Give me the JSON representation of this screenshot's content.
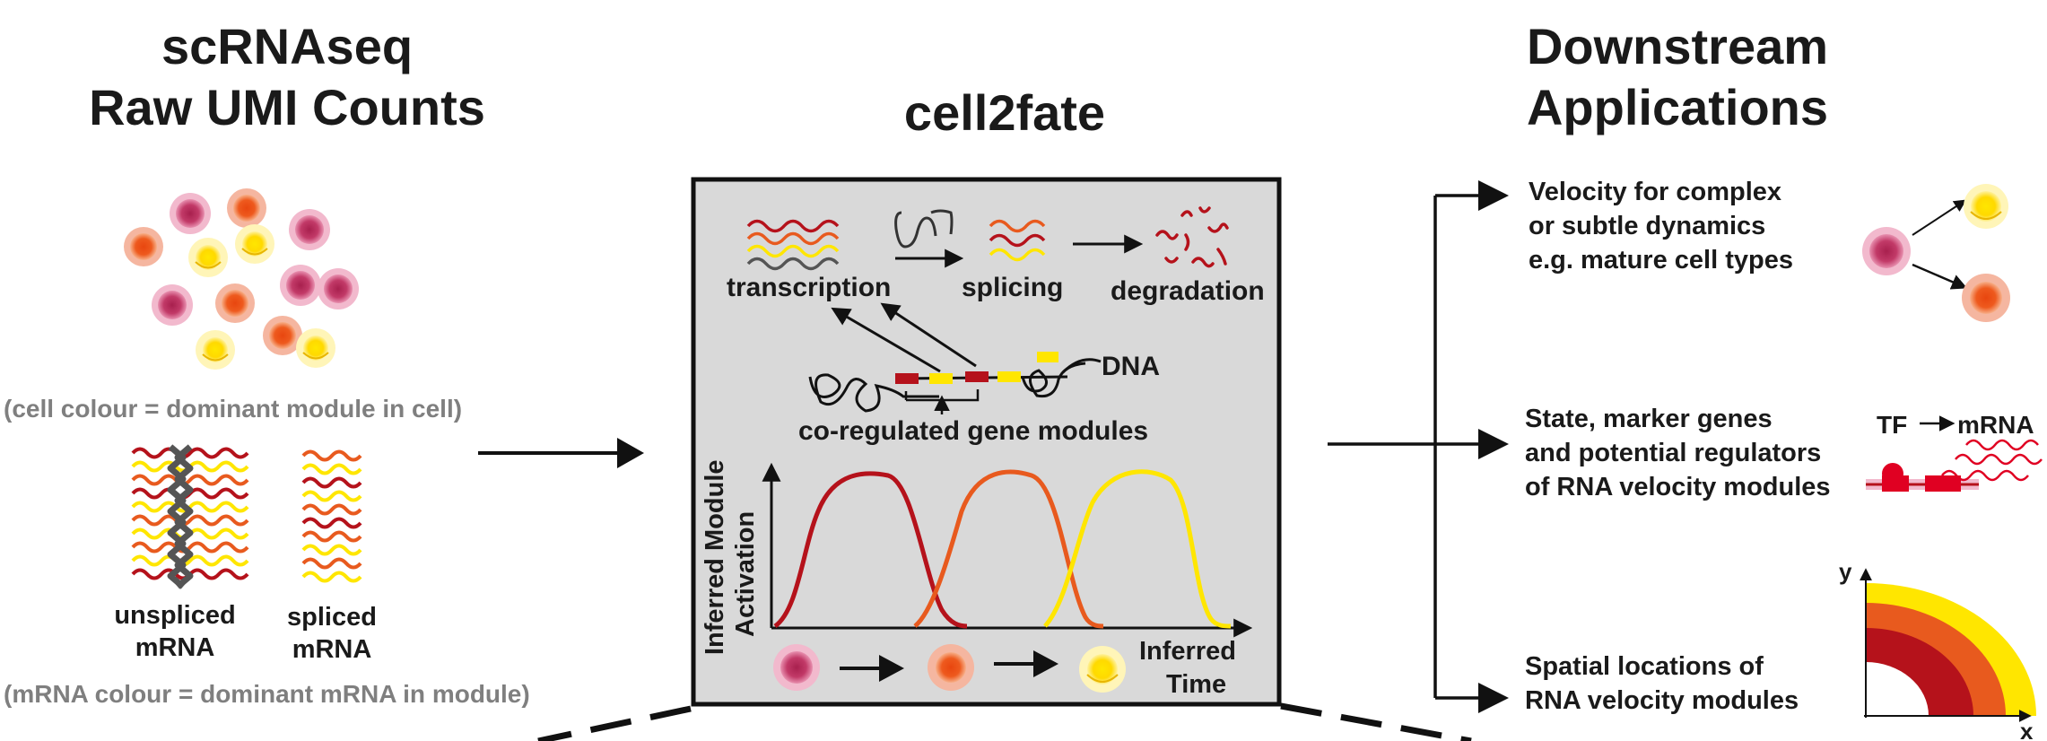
{
  "left": {
    "title_line1": "scRNAseq",
    "title_line2": "Raw UMI Counts",
    "cell_note": "(cell colour = dominant module in cell)",
    "unspliced_line1": "unspliced",
    "unspliced_line2": "mRNA",
    "spliced_line1": "spliced",
    "spliced_line2": "mRNA",
    "mrna_note": "(mRNA colour = dominant mRNA in module)"
  },
  "center": {
    "title": "cell2fate",
    "transcription": "transcription",
    "splicing": "splicing",
    "degradation": "degradation",
    "dna": "DNA",
    "modules": "co-regulated gene modules",
    "ylabel_line1": "Inferred Module",
    "ylabel_line2": "Activation",
    "xlabel_line1": "Inferred",
    "xlabel_line2": "Time"
  },
  "right": {
    "title_line1": "Downstream",
    "title_line2": "Applications",
    "app1_line1": "Velocity for complex",
    "app1_line2": "or subtle dynamics",
    "app1_line3": "e.g. mature cell types",
    "app2_line1": "State, marker genes",
    "app2_line2": "and potential regulators",
    "app2_line3": "of RNA velocity modules",
    "tf": "TF",
    "mrna": "mRNA",
    "app3_line1": "Spatial locations of",
    "app3_line2": "RNA velocity modules",
    "axis_y": "y",
    "axis_x": "x"
  },
  "colors": {
    "pink": "#d84a7e",
    "orange": "#e85a1e",
    "yellow": "#ffe600",
    "red": "#b5121b",
    "gray_box": "#d9d9d9"
  }
}
